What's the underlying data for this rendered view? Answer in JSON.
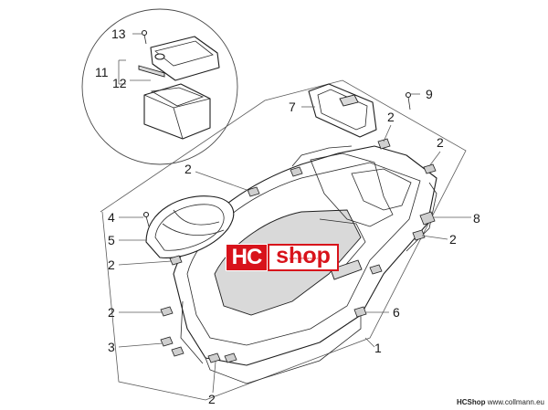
{
  "callouts": {
    "c13": "13",
    "c11": "11",
    "c12": "12",
    "c7": "7",
    "c9": "9",
    "c2a": "2",
    "c2b": "2",
    "c2c": "2",
    "c8": "8",
    "c4": "4",
    "c5": "5",
    "c2d": "2",
    "c2e": "2",
    "c6": "6",
    "c2f": "2",
    "c3": "3",
    "c1": "1",
    "c2g": "2"
  },
  "logo": {
    "hc": "HC",
    "shop": "shop",
    "url": "www.collmann.eu"
  },
  "footer": {
    "brand": "HCShop",
    "url": "www.collmann.eu"
  },
  "colors": {
    "logo_red": "#d8131b",
    "line": "#1e1e1e"
  }
}
